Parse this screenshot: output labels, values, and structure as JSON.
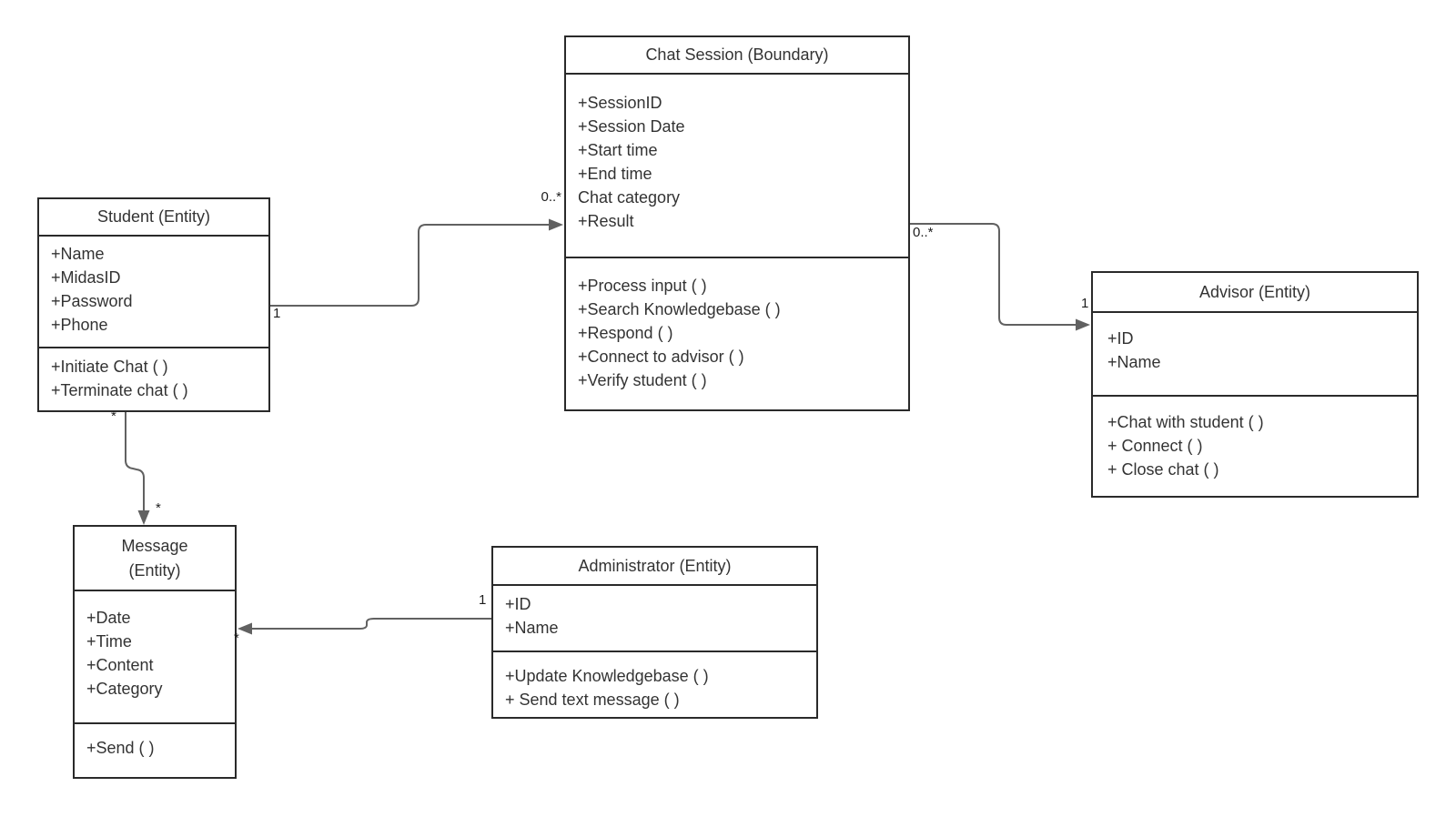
{
  "diagram": {
    "classes": [
      {
        "title": "Student (Entity)",
        "attributes": [
          "+Name",
          "+MidasID",
          "+Password",
          "+Phone"
        ],
        "methods": [
          "+Initiate Chat ( )",
          "+Terminate chat ( )"
        ]
      },
      {
        "title": "Chat Session (Boundary)",
        "attributes": [
          "+SessionID",
          "+Session Date",
          "+Start time",
          "+End time",
          "Chat category",
          "+Result"
        ],
        "methods": [
          "+Process input ( )",
          "+Search Knowledgebase ( )",
          "+Respond ( )",
          "+Connect to advisor ( )",
          "+Verify student ( )"
        ]
      },
      {
        "title": "Advisor (Entity)",
        "attributes": [
          "+ID",
          "+Name"
        ],
        "methods": [
          "+Chat with student ( )",
          "+ Connect ( )",
          "+ Close chat ( )"
        ]
      },
      {
        "title": "Message\n(Entity)",
        "attributes": [
          "+Date",
          "+Time",
          "+Content",
          "+Category"
        ],
        "methods": [
          "+Send ( )"
        ]
      },
      {
        "title": "Administrator (Entity)",
        "attributes": [
          "+ID",
          "+Name"
        ],
        "methods": [
          "+Update Knowledgebase ( )",
          "+ Send text message ( )"
        ]
      }
    ],
    "relationships": {
      "student_to_chat": {
        "source": "1",
        "target": "0..*"
      },
      "chat_to_advisor": {
        "source": "0..*",
        "target": "1"
      },
      "student_to_message": {
        "source": "*",
        "target": "*"
      },
      "admin_to_message": {
        "source": "1",
        "target": "*"
      }
    },
    "colors": {
      "background": "#ffffff",
      "box_border": "#2a2a2a",
      "connector": "#616161",
      "text": "#333333"
    }
  }
}
